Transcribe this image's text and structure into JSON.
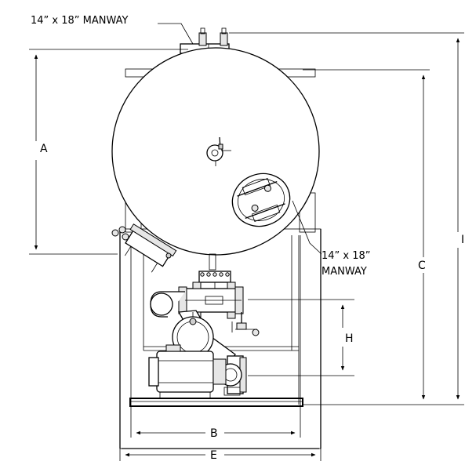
{
  "labels": {
    "manway_top": "14” x 18” MANWAY",
    "manway_side_line1": "14” x 18”",
    "manway_side_line2": "MANWAY"
  },
  "dimensions": {
    "A": "A",
    "B": "B",
    "C": "C",
    "E": "E",
    "H": "H",
    "I": "I"
  },
  "colors": {
    "line": "#000000",
    "background": "#ffffff"
  }
}
